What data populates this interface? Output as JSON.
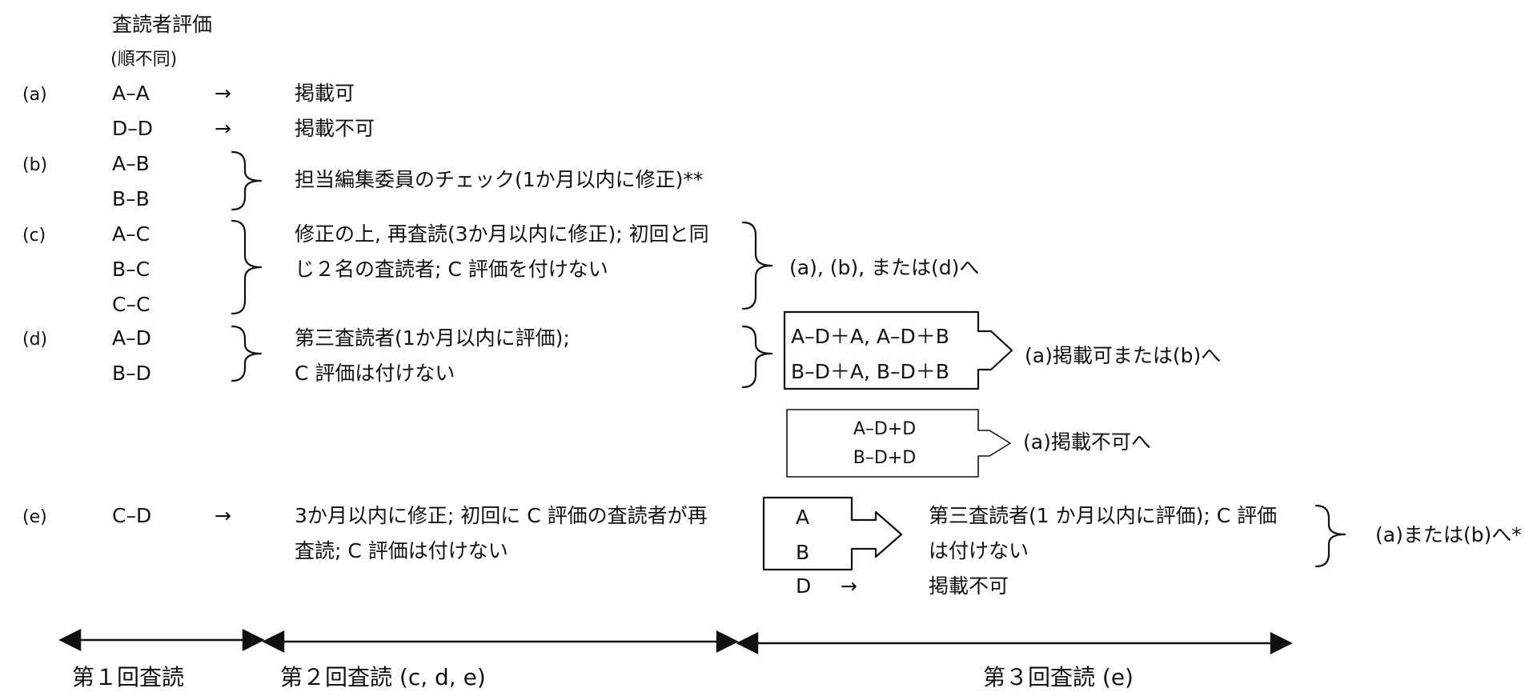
{
  "header": {
    "line1": "査読者評価",
    "line2": "(順不同)"
  },
  "cases": {
    "a": {
      "label": "(a)",
      "rows": [
        {
          "grades": "A–A",
          "arrow": "→",
          "result": "掲載可"
        },
        {
          "grades": "D–D",
          "arrow": "→",
          "result": "掲載不可"
        }
      ]
    },
    "b": {
      "label": "(b)",
      "grades": [
        "A–B",
        "B–B"
      ],
      "result": "担当編集委員のチェック(1か月以内に修正)**"
    },
    "c": {
      "label": "(c)",
      "grades": [
        "A–C",
        "B–C",
        "C–C"
      ],
      "text_lines": [
        "修正の上, 再査読(3か月以内に修正); 初回と同",
        "じ２名の査読者; C 評価を付けない"
      ],
      "outcome": "(a), (b), または(d)へ"
    },
    "d": {
      "label": "(d)",
      "grades": [
        "A–D",
        "B–D"
      ],
      "text_lines": [
        "第三査読者(1か月以内に評価);",
        "C 評価は付けない"
      ],
      "box1_lines": [
        "A–D＋A, A–D＋B",
        "B–D＋A, B–D＋B"
      ],
      "box1_outcome": "(a)掲載可または(b)へ",
      "box2_lines": [
        "A–D+D",
        "B–D+D"
      ],
      "box2_outcome": "(a)掲載不可へ"
    },
    "e": {
      "label": "(e)",
      "grades": "C–D",
      "arrow": "→",
      "text_lines": [
        "3か月以内に修正; 初回に C 評価の査読者が再",
        "査読; C 評価は付けない"
      ],
      "box_lines": [
        "A",
        "B"
      ],
      "third_lines": [
        "第三査読者(1 か月以内に評価); C 評価",
        "は付けない"
      ],
      "third_outcome": "(a)または(b)へ*",
      "d_grade": "D",
      "d_arrow": "→",
      "d_result": "掲載不可"
    }
  },
  "timeline": {
    "phase1": "第１回査読",
    "phase2": "第２回査読 (c, d, e)",
    "phase3": "第３回査読 (e)"
  }
}
